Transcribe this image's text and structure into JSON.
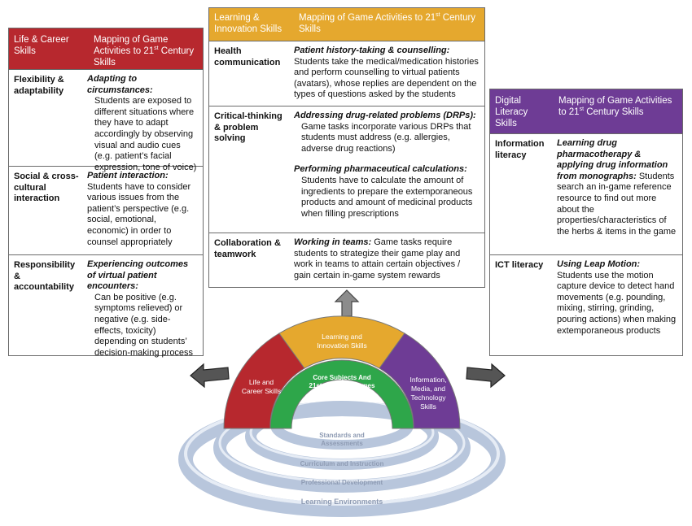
{
  "colors": {
    "life": "#b7282e",
    "learning": "#e5a82e",
    "digital": "#6e3c95",
    "core": "#2ea64a",
    "rings": "#b8c6dc"
  },
  "life_panel": {
    "header_skill": "Life & Career Skills",
    "header_mapping": "Mapping of Game Activities to 21",
    "header_sup": "st",
    "header_tail": " Century Skills",
    "rows": [
      {
        "skill": "Flexibility & adaptability",
        "title": "Adapting to circumstances:",
        "body": "Students are exposed to different situations where they have to adapt accordingly by observing visual and audio cues (e.g. patient’s facial expression, tone of voice)"
      },
      {
        "skill": "Social & cross-cultural interaction",
        "title": "Patient interaction:",
        "body": "Students have to consider various issues from the patient’s perspective (e.g. social, emotional, economic) in order to counsel appropriately"
      },
      {
        "skill": "Responsibility & accountability",
        "title": "Experiencing outcomes of virtual patient encounters:",
        "body": "Can be positive  (e.g. symptoms relieved) or negative (e.g. side-effects, toxicity) depending on students’ decision-making process"
      }
    ]
  },
  "learning_panel": {
    "header_skill": "Learning & Innovation Skills",
    "header_mapping": "Mapping of Game Activities to 21",
    "header_sup": "st",
    "header_tail": " Century Skills",
    "rows": [
      {
        "skill": "Health communication",
        "title": "Patient history-taking & counselling:",
        "body": "Students take the medical/medication histories and perform counselling to virtual patients (avatars), whose replies are dependent on the types of questions asked by the students"
      },
      {
        "skill": "Critical-thinking & problem solving",
        "title": "Addressing drug-related problems (DRPs):",
        "body": "Game tasks incorporate various DRPs that students must address (e.g. allergies, adverse drug reactions)",
        "title2": "Performing pharmaceutical calculations:",
        "body2": "Students have to calculate the amount of ingredients to prepare the extemporaneous products and amount of medicinal products when filling prescriptions"
      },
      {
        "skill": "Collaboration & teamwork",
        "title": "Working in teams:",
        "body": "Game tasks require students to strategize their game play and work in teams to attain certain objectives / gain certain in-game system rewards"
      }
    ]
  },
  "digital_panel": {
    "header_skill": "Digital Literacy Skills",
    "header_mapping": "Mapping of Game Activities to 21",
    "header_sup": "st",
    "header_tail": " Century Skills",
    "rows": [
      {
        "skill": "Information literacy",
        "title": "Learning drug pharmacotherapy & applying drug information from monographs:",
        "body": "Students search an in-game reference resource to find out more about the properties/characteristics of the herbs & items in the game"
      },
      {
        "skill": "ICT literacy",
        "title": "Using Leap Motion:",
        "body": "Students use the motion capture device to detect hand movements (e.g. pounding, mixing, stirring, grinding, pouring actions) when making extemporaneous products"
      }
    ]
  },
  "rainbow": {
    "learning": [
      "Learning and",
      "Innovation Skills"
    ],
    "life": [
      "Life and",
      "Career Skills"
    ],
    "core": [
      "Core Subjects And",
      "21st Century Themes"
    ],
    "info": [
      "Information,",
      "Media, and",
      "Technology",
      "Skills"
    ],
    "ring1": [
      "Standards and",
      "Assessments"
    ],
    "ring2": "Curriculum and Instruction",
    "ring3": "Professional Development",
    "ring4": "Learning Environments"
  }
}
